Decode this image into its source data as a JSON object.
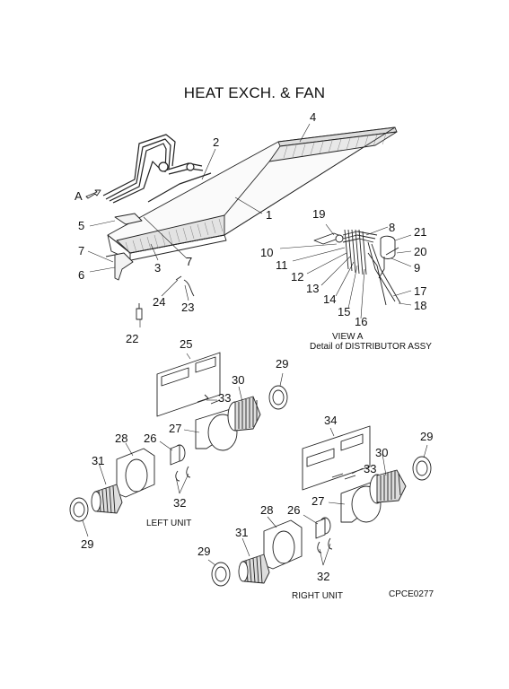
{
  "title": "HEAT EXCH. & FAN",
  "view_arrow_label": "A",
  "view_a": {
    "caption": "VIEW A",
    "subcaption": "Detail of DISTRIBUTOR ASSY"
  },
  "units": {
    "left": "LEFT UNIT",
    "right": "RIGHT UNIT"
  },
  "figure_code": "CPCE0277",
  "callouts": {
    "c1": "1",
    "c2": "2",
    "c3": "3",
    "c4": "4",
    "c5": "5",
    "c6": "6",
    "c7a": "7",
    "c7b": "7",
    "c8": "8",
    "c9": "9",
    "c10": "10",
    "c11": "11",
    "c12": "12",
    "c13": "13",
    "c14": "14",
    "c15": "15",
    "c16": "16",
    "c17": "17",
    "c18": "18",
    "c19": "19",
    "c20": "20",
    "c21": "21",
    "c22": "22",
    "c23": "23",
    "c24": "24",
    "c25": "25",
    "c26L": "26",
    "c27L": "27",
    "c28L": "28",
    "c29La": "29",
    "c29Lb": "29",
    "c30L": "30",
    "c31L": "31",
    "c32L": "32",
    "c33L": "33",
    "c26R": "26",
    "c27R": "27",
    "c28R": "28",
    "c29Ra": "29",
    "c29Rb": "29",
    "c30R": "30",
    "c31R": "31",
    "c32R": "32",
    "c33R": "33",
    "c34": "34"
  }
}
